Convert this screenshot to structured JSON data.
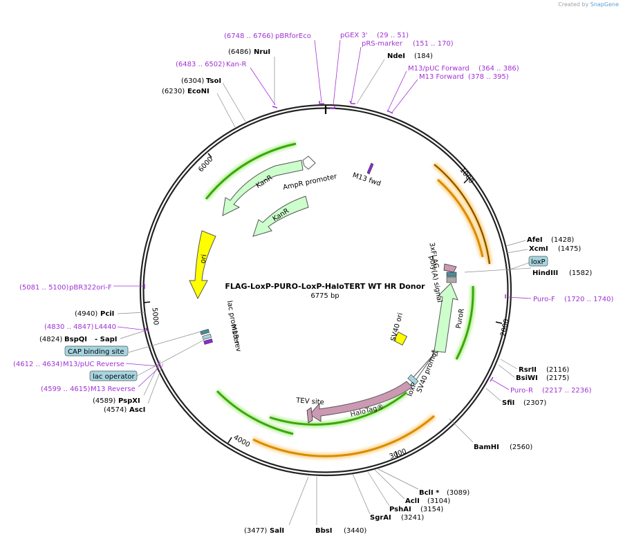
{
  "credit": {
    "prefix": "Created by",
    "brand": "SnapGene"
  },
  "plasmid": {
    "name": "FLAG-LoxP-PURO-LoxP-HaloTERT WT HR Donor",
    "length_label": "6775 bp",
    "length": 6775
  },
  "ticks": [
    "1000",
    "2000",
    "3000",
    "4000",
    "5000",
    "6000"
  ],
  "sites": [
    {
      "name": "NruI",
      "pos": "(6486)"
    },
    {
      "name": "TsoI",
      "pos": "(6304)"
    },
    {
      "name": "EcoNI",
      "pos": "(6230)"
    },
    {
      "name": "NdeI",
      "pos": "(184)"
    },
    {
      "name": "AfeI",
      "pos": "(1428)"
    },
    {
      "name": "XcmI",
      "pos": "(1475)"
    },
    {
      "name": "HindIII",
      "pos": "(1582)"
    },
    {
      "name": "RsrII",
      "pos": "(2116)"
    },
    {
      "name": "BsiWI",
      "pos": "(2175)"
    },
    {
      "name": "SfiI",
      "pos": "(2307)"
    },
    {
      "name": "BamHI",
      "pos": "(2560)"
    },
    {
      "name": "BclI *",
      "pos": "(3089)"
    },
    {
      "name": "AclI",
      "pos": "(3104)"
    },
    {
      "name": "PshAI",
      "pos": "(3154)"
    },
    {
      "name": "SgrAI",
      "pos": "(3241)"
    },
    {
      "name": "BbsI",
      "pos": "(3440)"
    },
    {
      "name": "SalI",
      "pos": "(3477)"
    },
    {
      "name": "AscI",
      "pos": "(4574)"
    },
    {
      "name": "PspXI",
      "pos": "(4589)"
    },
    {
      "name": "BspQI",
      "pos": "(4824)",
      "extra": "- SapI"
    },
    {
      "name": "PciI",
      "pos": "(4940)"
    }
  ],
  "primers": [
    {
      "name": "pBRforEco",
      "range": "(6748 .. 6766)"
    },
    {
      "name": "pGEX 3'",
      "range": "(29 .. 51)"
    },
    {
      "name": "pRS-marker",
      "range": "(151 .. 170)"
    },
    {
      "name": "Kan-R",
      "range": "(6483 .. 6502)"
    },
    {
      "name": "M13/pUC Forward",
      "range": "(364 .. 386)"
    },
    {
      "name": "M13 Forward",
      "range": "(378 .. 395)"
    },
    {
      "name": "Puro-F",
      "range": "(1720 .. 1740)"
    },
    {
      "name": "Puro-R",
      "range": "(2217 .. 2236)"
    },
    {
      "name": "pBR322ori-F",
      "range": "(5081 .. 5100)"
    },
    {
      "name": "L4440",
      "range": "(4830 .. 4847)"
    },
    {
      "name": "M13/pUC Reverse",
      "range": "(4612 .. 4634)"
    },
    {
      "name": "M13 Reverse",
      "range": "(4599 .. 4615)"
    }
  ],
  "boxed_labels": [
    "loxP",
    "CAP binding site",
    "lac operator"
  ],
  "features": {
    "kanr": "KanR",
    "ampr_promoter": "AmpR promoter",
    "m13_fwd": "M13 fwd",
    "ori": "ori",
    "lac_promoter": "lac promoter",
    "m13_rev": "M13 rev",
    "sv40_ori": "SV40 ori",
    "sv40_promoter": "SV40 promoter",
    "loxp": "loxP",
    "puror": "PuroR",
    "flag": "3xFLAG",
    "polya": "poly(A) signal",
    "halotag": "HaloTag®",
    "tev": "TEV site"
  },
  "colors": {
    "backbone": "#222222",
    "enzyme_text": "#000000",
    "primer": "#a031d4",
    "kanr_fill": "#ccffcc",
    "ori_fill": "#ffff00",
    "halotag_fill": "#cc99b2",
    "puror_fill": "#ccffcc",
    "orf_green": "#39a80a",
    "orf_orange": "#d98c00",
    "label_box": "#a5d5e0"
  }
}
